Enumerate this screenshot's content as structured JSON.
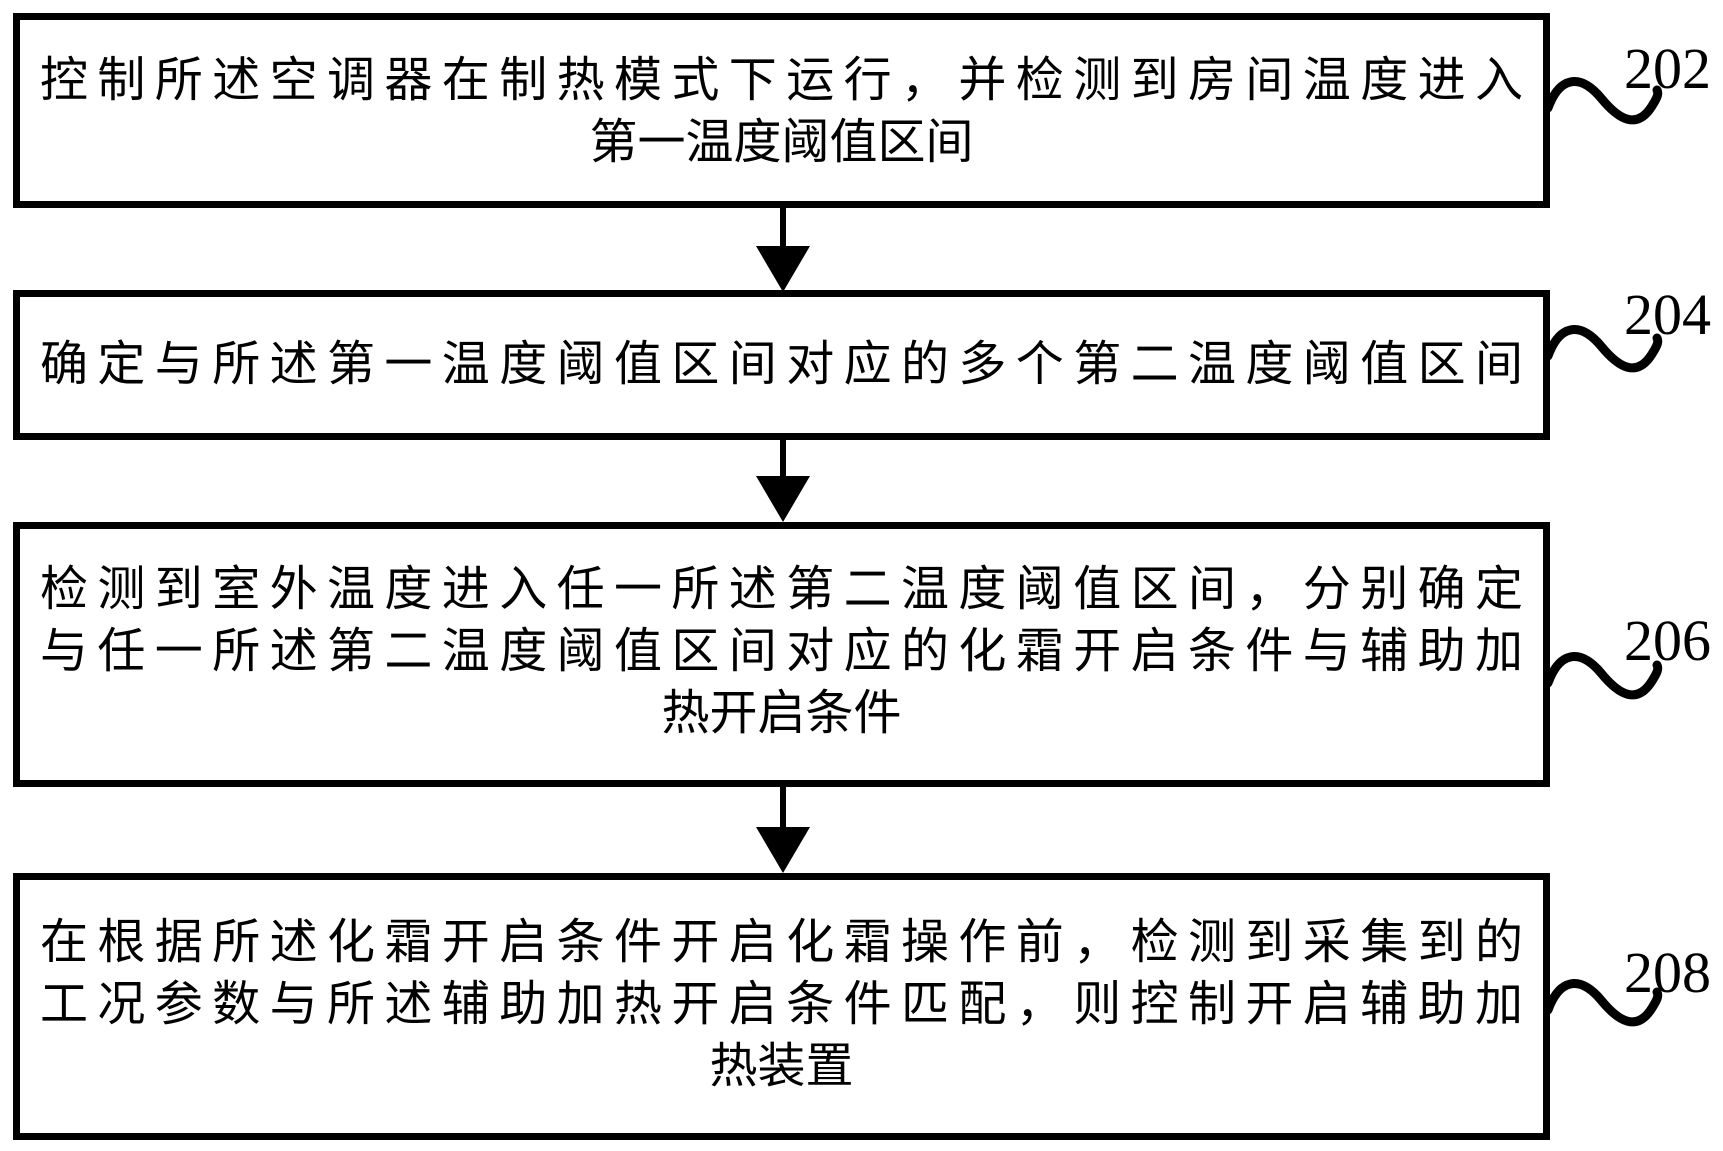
{
  "figure": {
    "type": "flowchart",
    "background_color": "#ffffff",
    "ink_color": "#000000",
    "steps": [
      {
        "ref": "202",
        "lines": [
          "控制所述空调器在制热模式下运行，并检测到房间温度进入",
          "第一温度阈值区间"
        ]
      },
      {
        "ref": "204",
        "lines": [
          "确定与所述第一温度阈值区间对应的多个第二温度阈值区间"
        ]
      },
      {
        "ref": "206",
        "lines": [
          "检测到室外温度进入任一所述第二温度阈值区间，分别确定",
          "与任一所述第二温度阈值区间对应的化霜开启条件与辅助加",
          "热开启条件"
        ]
      },
      {
        "ref": "208",
        "lines": [
          "在根据所述化霜开启条件开启化霜操作前，检测到采集到的",
          "工况参数与所述辅助加热开启条件匹配，则控制开启辅助加",
          "热装置"
        ]
      }
    ]
  }
}
